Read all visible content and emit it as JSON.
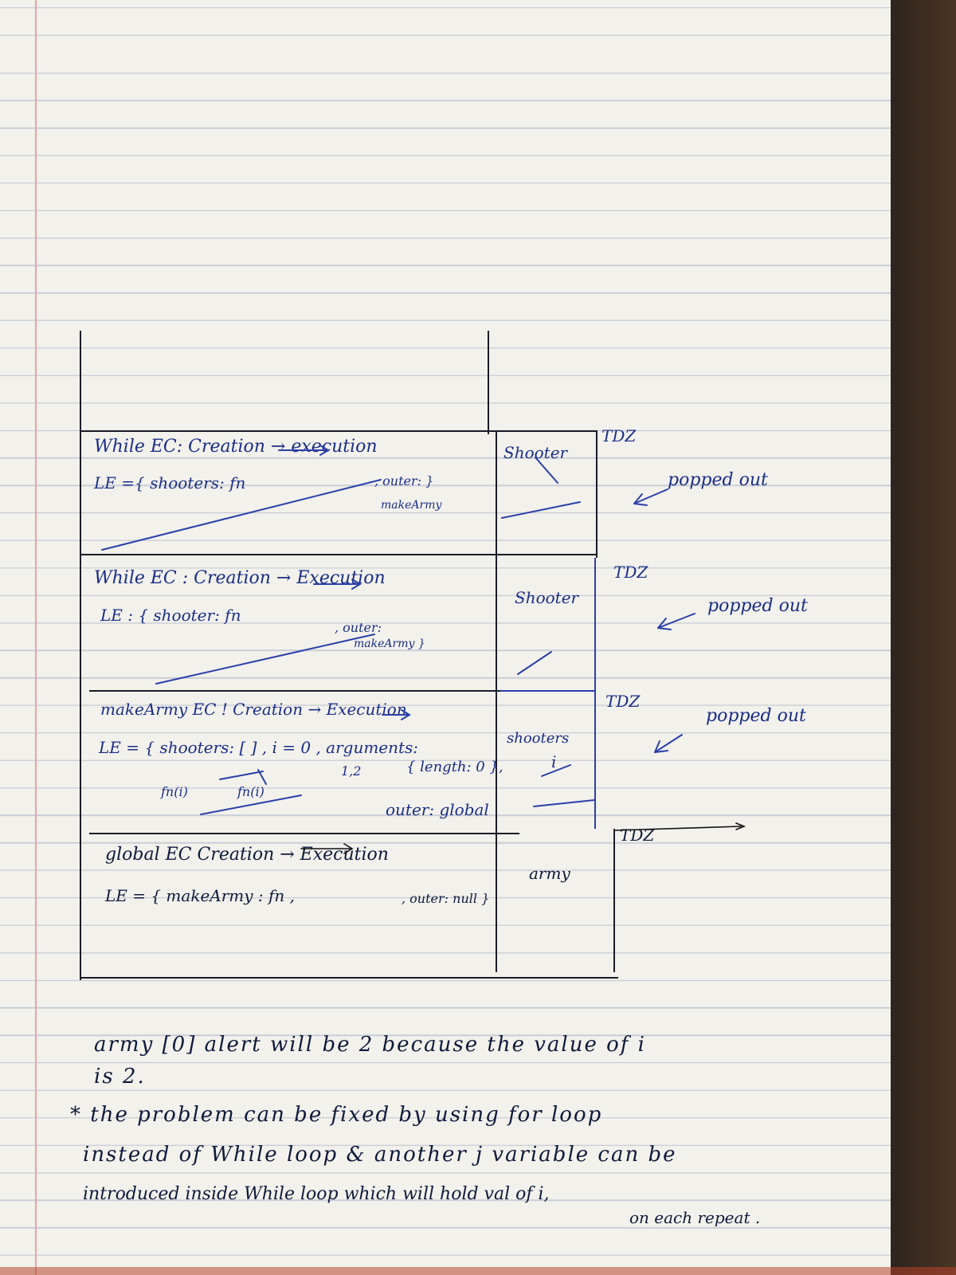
{
  "diagram": {
    "stack_frames": [
      {
        "header": "While EC: Creation → execution",
        "le": "LE ={ shooters: fn",
        "le_tail": ", outer: }",
        "le_tail2": "makeArmy",
        "var": "Shooter",
        "tdz": "TDZ",
        "status": "popped out"
      },
      {
        "header": "While EC : Creation → Execution",
        "le": "LE : { shooter: fn",
        "le_tail": ", outer:",
        "le_tail2": "makeArmy }",
        "var": "Shooter",
        "tdz": "TDZ",
        "status": "popped out"
      },
      {
        "header": "makeArmy EC ! Creation → Execution",
        "le": "LE = { shooters: [ ] , i = 0 , arguments:",
        "le_row2a": "fn(i)",
        "le_row2b": "fn(i)",
        "le_row2c": "1,2",
        "le_row2d": "{ length: 0 },",
        "le_row3": "outer: global",
        "var": "shooters",
        "var2": "i",
        "tdz": "TDZ",
        "status": "popped out"
      },
      {
        "header": "global EC Creation → Execution",
        "le": "LE = { makeArmy : fn ,",
        "le_tail": ", outer: null }",
        "var": "army",
        "tdz": "TDZ",
        "status": ""
      }
    ]
  },
  "notes": {
    "line1": "army [0] alert will be 2 because the value of i",
    "line2": "is 2.",
    "line3": "* the problem can be fixed by using for loop",
    "line4": "instead of While loop & another j variable can be",
    "line5": "introduced inside While loop which will hold val of i,",
    "line6": "on each repeat ."
  }
}
